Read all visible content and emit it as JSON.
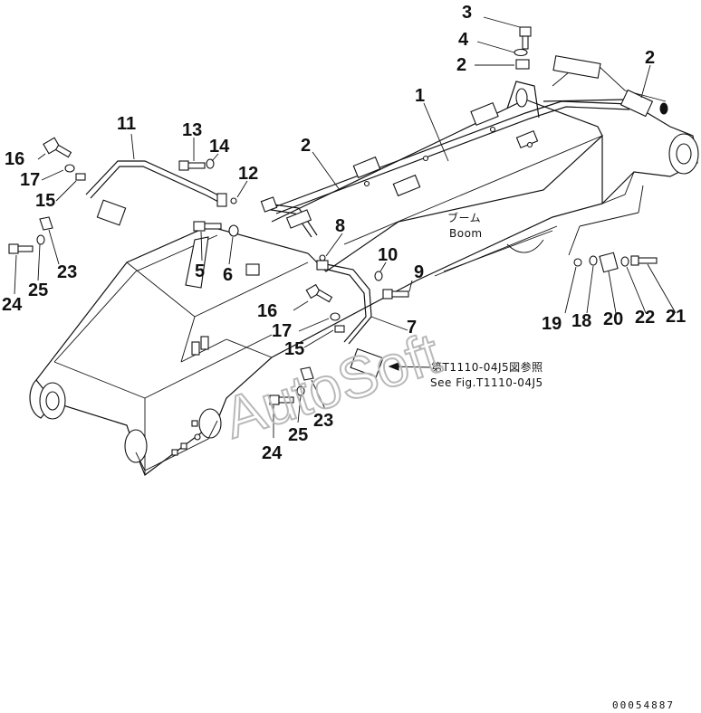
{
  "callouts": [
    {
      "id": "c3",
      "text": "3"
    },
    {
      "id": "c4",
      "text": "4"
    },
    {
      "id": "c2a",
      "text": "2"
    },
    {
      "id": "c2b",
      "text": "2"
    },
    {
      "id": "c1",
      "text": "1"
    },
    {
      "id": "c2c",
      "text": "2"
    },
    {
      "id": "c11",
      "text": "11"
    },
    {
      "id": "c13",
      "text": "13"
    },
    {
      "id": "c14",
      "text": "14"
    },
    {
      "id": "c12",
      "text": "12"
    },
    {
      "id": "c16a",
      "text": "16"
    },
    {
      "id": "c17a",
      "text": "17"
    },
    {
      "id": "c15a",
      "text": "15"
    },
    {
      "id": "c23a",
      "text": "23"
    },
    {
      "id": "c24a",
      "text": "24"
    },
    {
      "id": "c25a",
      "text": "25"
    },
    {
      "id": "c5",
      "text": "5"
    },
    {
      "id": "c6",
      "text": "6"
    },
    {
      "id": "c8",
      "text": "8"
    },
    {
      "id": "c10",
      "text": "10"
    },
    {
      "id": "c9",
      "text": "9"
    },
    {
      "id": "c16b",
      "text": "16"
    },
    {
      "id": "c17b",
      "text": "17"
    },
    {
      "id": "c7",
      "text": "7"
    },
    {
      "id": "c15b",
      "text": "15"
    },
    {
      "id": "c23b",
      "text": "23"
    },
    {
      "id": "c24b",
      "text": "24"
    },
    {
      "id": "c25b",
      "text": "25"
    },
    {
      "id": "c19",
      "text": "19"
    },
    {
      "id": "c18",
      "text": "18"
    },
    {
      "id": "c20",
      "text": "20"
    },
    {
      "id": "c22",
      "text": "22"
    },
    {
      "id": "c21",
      "text": "21"
    }
  ],
  "labels": {
    "boom_jp": "ブーム",
    "boom_en": "Boom",
    "ref_jp": "第T1110-04J5図参照",
    "ref_en": "See Fig.T1110-04J5"
  },
  "watermark": "AutoSoft",
  "drawing_number": "00054887",
  "colors": {
    "ink": "#111111",
    "watermark": "#b9b9b9",
    "background": "#ffffff"
  }
}
